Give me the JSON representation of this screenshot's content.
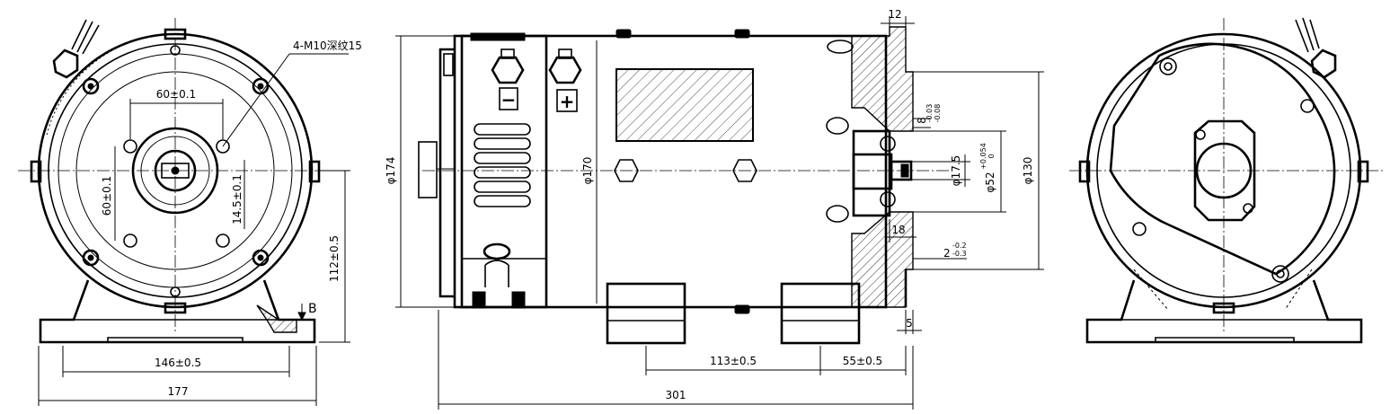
{
  "dims": {
    "bolts": "4-M10深纹15",
    "h60": "60±0.1",
    "v60": "60±0.1",
    "v145": "14.5±0.1",
    "height112": "112±0.5",
    "foot146": "146±0.5",
    "overall177": "177",
    "viewB": "B",
    "dia174": "φ174",
    "dia170": "φ170",
    "dia130": "φ130",
    "top12": "12",
    "key8": "8",
    "key8tol": "-0.03\n-0.08",
    "shaft175": "φ17.5",
    "bore52": "φ52",
    "bore52tol": "+0.054\n0",
    "w18": "18",
    "gap2": "2",
    "gap2tol": "-0.2\n-0.3",
    "w5": "5",
    "span113": "113±0.5",
    "span55": "55±0.5",
    "length301": "301"
  },
  "terminals": {
    "neg": "−",
    "pos": "+"
  }
}
